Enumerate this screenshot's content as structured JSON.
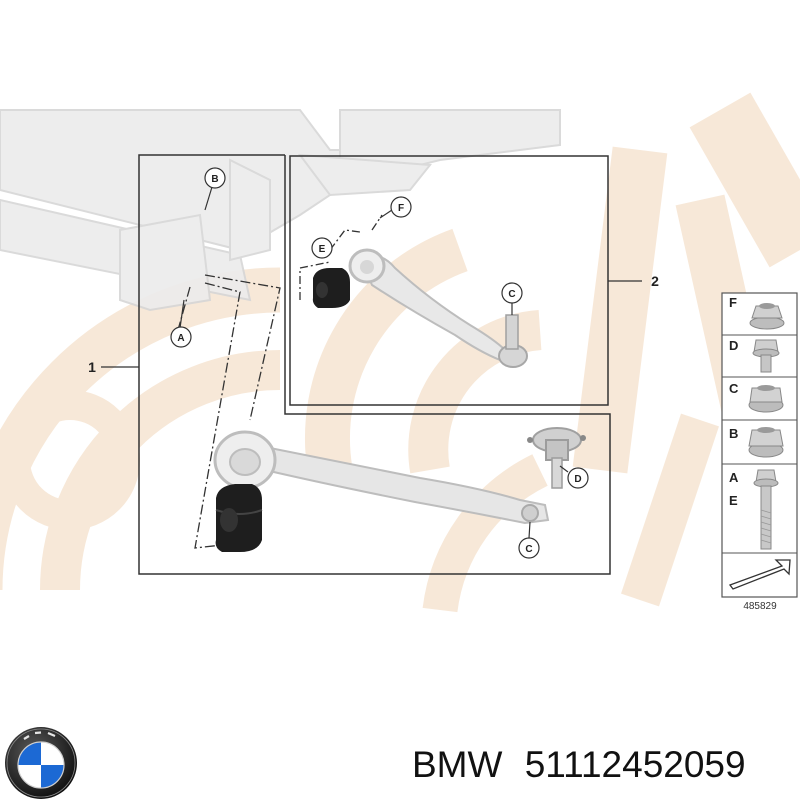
{
  "diagram": {
    "callouts": {
      "A": "A",
      "B": "B",
      "C_upper": "C",
      "C_lower": "C",
      "D": "D",
      "E": "E",
      "F": "F"
    },
    "assembly_labels": {
      "one": "1",
      "two": "2"
    },
    "legend": {
      "items": [
        {
          "letter": "F",
          "icon": "flange-nut-icon"
        },
        {
          "letter": "D",
          "icon": "flange-bolt-icon"
        },
        {
          "letter": "C",
          "icon": "lock-nut-icon"
        },
        {
          "letter": "B",
          "icon": "hex-nut-icon"
        },
        {
          "letter": "A",
          "icon": "long-bolt-icon"
        },
        {
          "letter": "E",
          "icon": "long-bolt-icon"
        }
      ],
      "diagram_number": "485829"
    },
    "colors": {
      "watermark": "#f7e8d8",
      "frame": "#333333",
      "part_gray": "#c8c8c8",
      "dark_part": "#1e1e1e"
    }
  },
  "caption": {
    "brand": "BMW",
    "part_number": "51112452059"
  }
}
